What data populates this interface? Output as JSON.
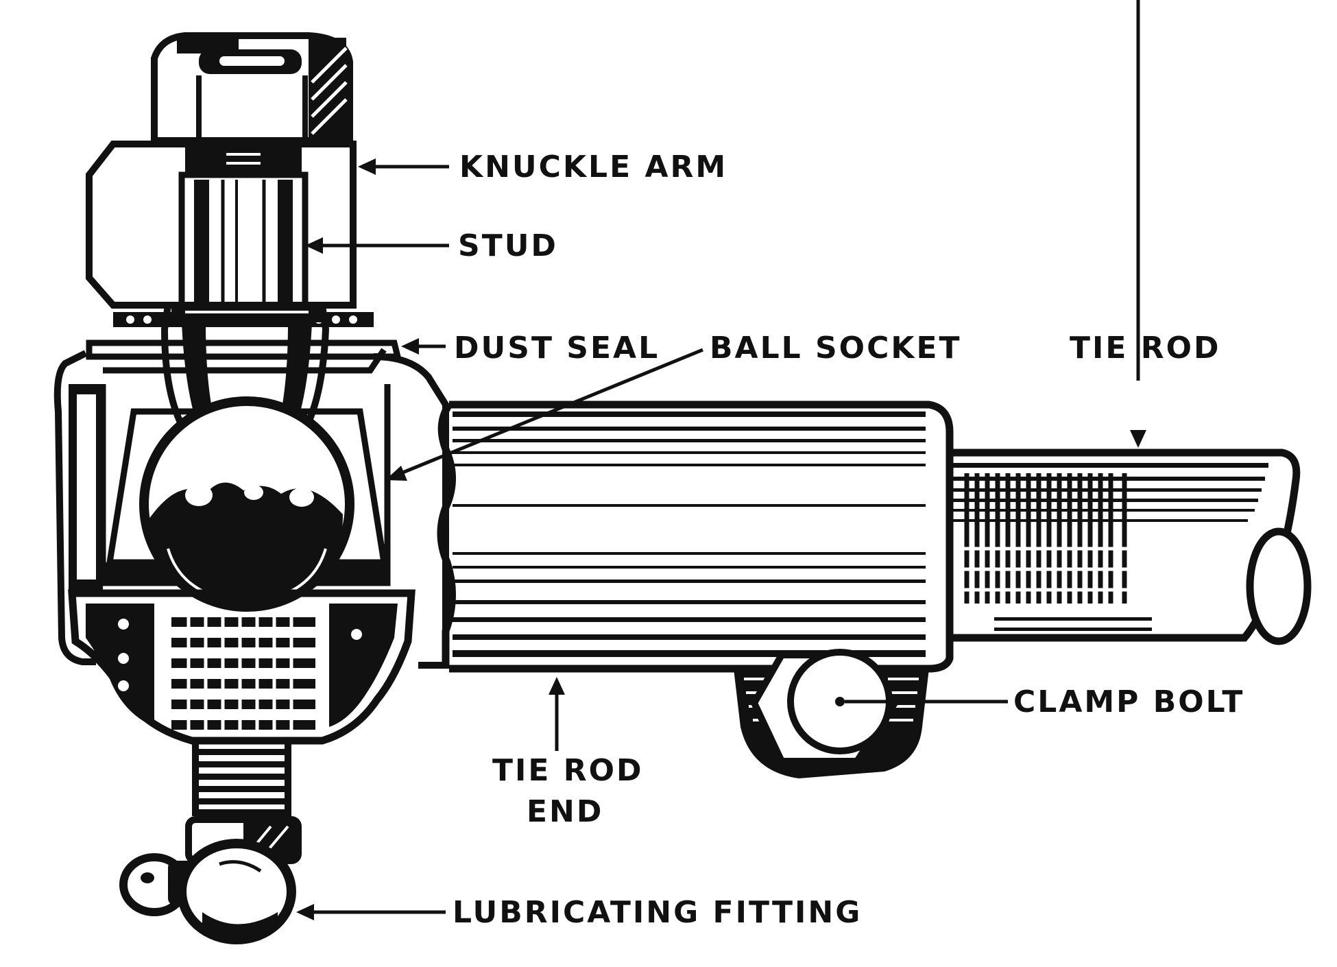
{
  "colors": {
    "ink": "#111111",
    "paper": "#ffffff"
  },
  "labels": {
    "knuckle_arm": "KNUCKLE ARM",
    "stud": "STUD",
    "dust_seal": "DUST SEAL",
    "ball_socket": "BALL SOCKET",
    "tie_rod": "TIE ROD",
    "clamp_bolt": "CLAMP BOLT",
    "tie_rod_end_line1": "TIE ROD",
    "tie_rod_end_line2": "END",
    "lubricating_fitting": "LUBRICATING FITTING"
  }
}
